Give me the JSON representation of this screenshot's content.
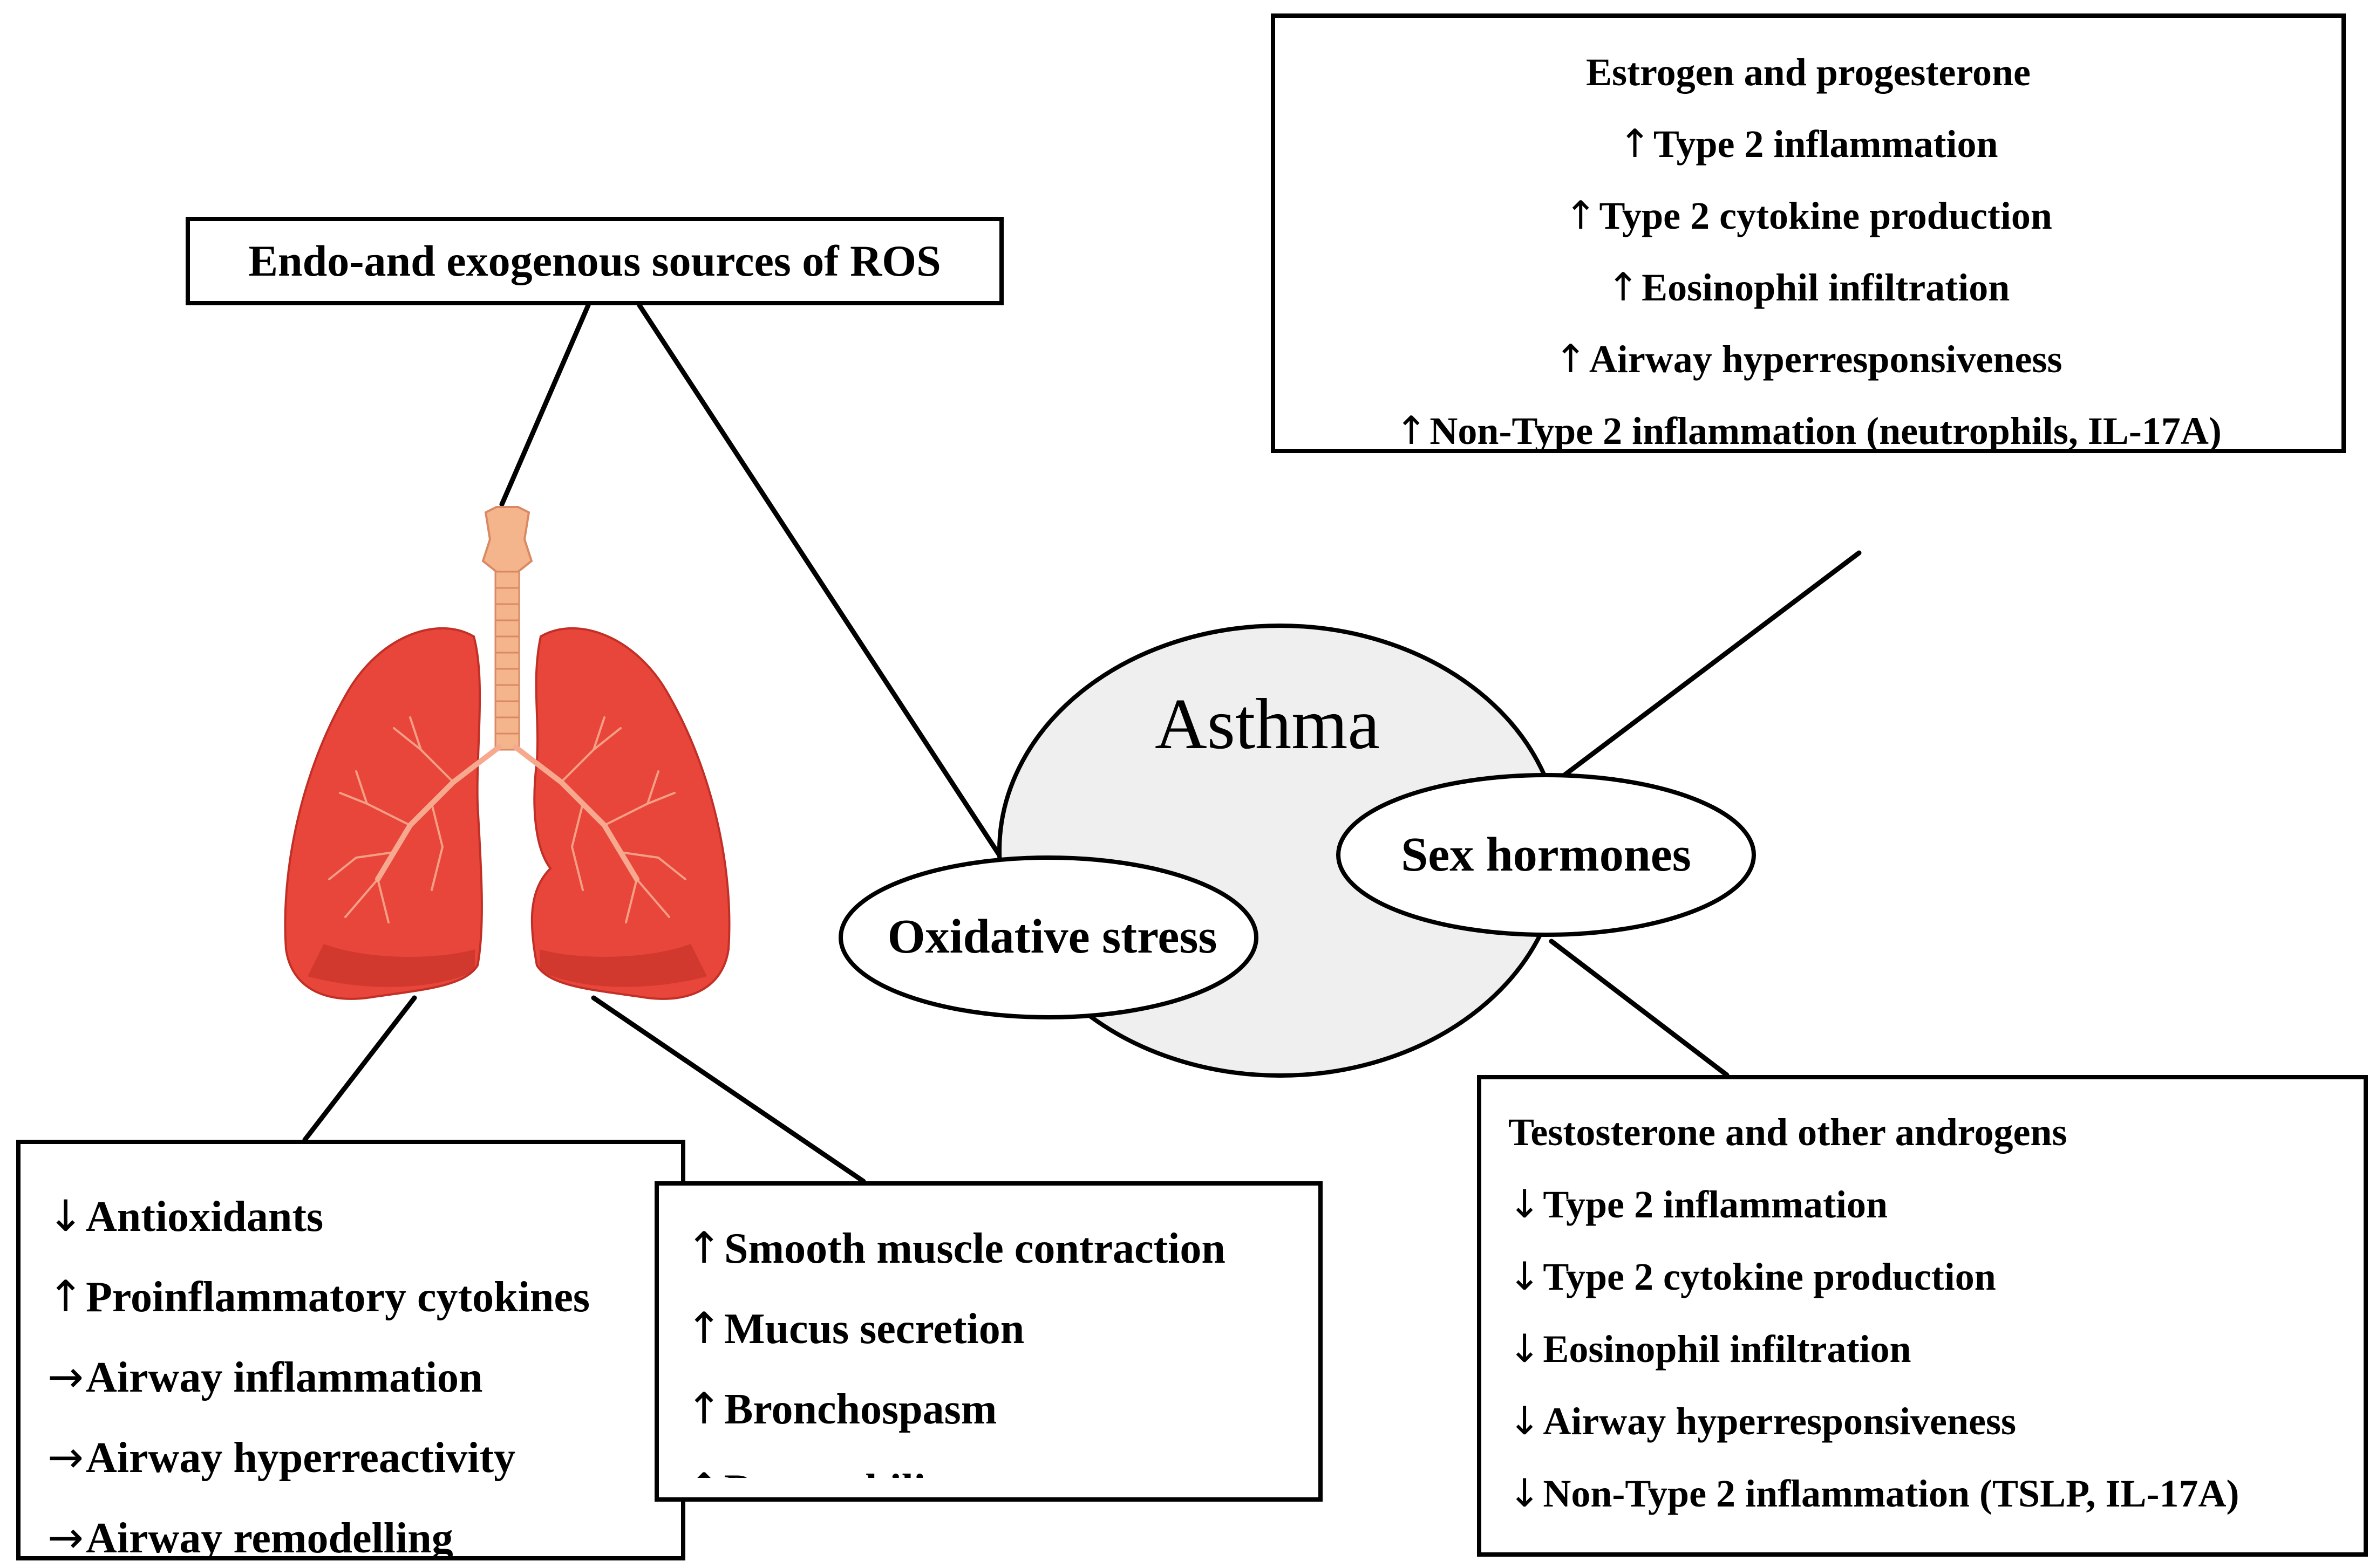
{
  "center": {
    "label": "Asthma"
  },
  "nodes": {
    "oxidative_stress": "Oxidative stress",
    "sex_hormones": "Sex hormones"
  },
  "ros_box": {
    "title": "Endo-and exogenous sources of ROS"
  },
  "estrogen_box": {
    "title": "Estrogen and progesterone",
    "items": [
      {
        "arrow": "↑",
        "text": "Type 2 inflammation"
      },
      {
        "arrow": "↑",
        "text": "Type 2 cytokine production"
      },
      {
        "arrow": "↑",
        "text": "Eosinophil infiltration"
      },
      {
        "arrow": "↑",
        "text": "Airway hyperresponsiveness"
      },
      {
        "arrow": "↑",
        "text": "Non-Type 2 inflammation (neutrophils, IL-17A)"
      }
    ]
  },
  "antioxidant_box": {
    "items": [
      {
        "arrow": "↓",
        "text": "Antioxidants"
      },
      {
        "arrow": "↑",
        "text": "Proinflammatory cytokines"
      },
      {
        "arrow": "→",
        "text": "Airway inflammation"
      },
      {
        "arrow": "→",
        "text": "Airway hyperreactivity"
      },
      {
        "arrow": "→",
        "text": "Airway remodelling"
      }
    ]
  },
  "smooth_box": {
    "items": [
      {
        "arrow": "↑",
        "text": "Smooth muscle contraction"
      },
      {
        "arrow": "↑",
        "text": "Mucus secretion"
      },
      {
        "arrow": "↑",
        "text": "Bronchospasm"
      },
      {
        "arrow": "↑",
        "text": "Permeability"
      }
    ]
  },
  "testosterone_box": {
    "title": "Testosterone and other androgens",
    "items": [
      {
        "arrow": "↓",
        "text": "Type 2 inflammation"
      },
      {
        "arrow": "↓",
        "text": "Type 2 cytokine production"
      },
      {
        "arrow": "↓",
        "text": "Eosinophil infiltration"
      },
      {
        "arrow": "↓",
        "text": "Airway hyperresponsiveness"
      },
      {
        "arrow": "↓",
        "text": "Non-Type 2 inflammation (TSLP, IL-17A)"
      }
    ]
  },
  "colors": {
    "asthma_fill": "#efefef",
    "lung": "#e8463a",
    "lung_dark": "#c22f26",
    "trachea": "#f4b48c",
    "vessel": "#f7a98f"
  },
  "illustration": "lungs-illustration"
}
